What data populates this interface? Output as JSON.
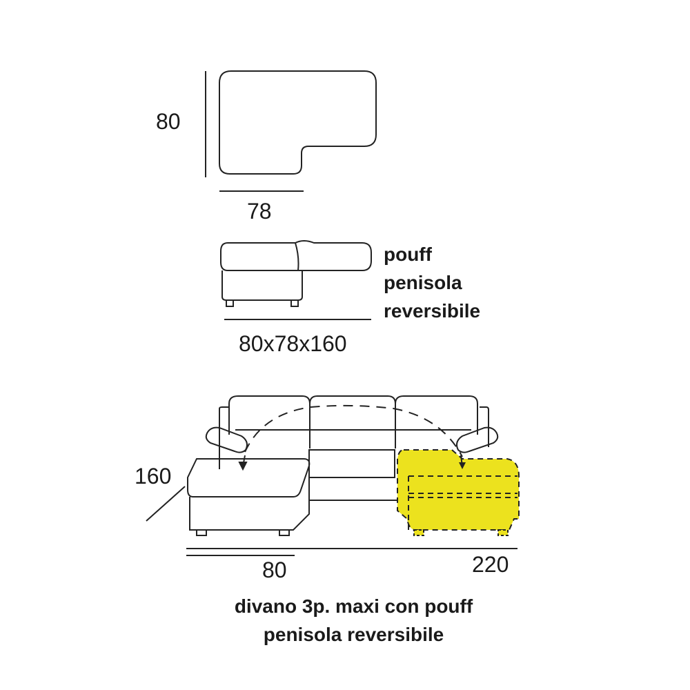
{
  "top_view": {
    "height_label": "80",
    "width_label": "78"
  },
  "pouff_view": {
    "dimensions_label": "80x78x160",
    "caption_lines": [
      "pouff",
      "penisola",
      "reversibile"
    ]
  },
  "sofa_view": {
    "depth_label": "160",
    "pouff_width_label": "80",
    "total_width_label": "220",
    "caption_lines": [
      "divano 3p. maxi con pouff",
      "penisola reversibile"
    ],
    "highlight_color": "#ece21e"
  }
}
